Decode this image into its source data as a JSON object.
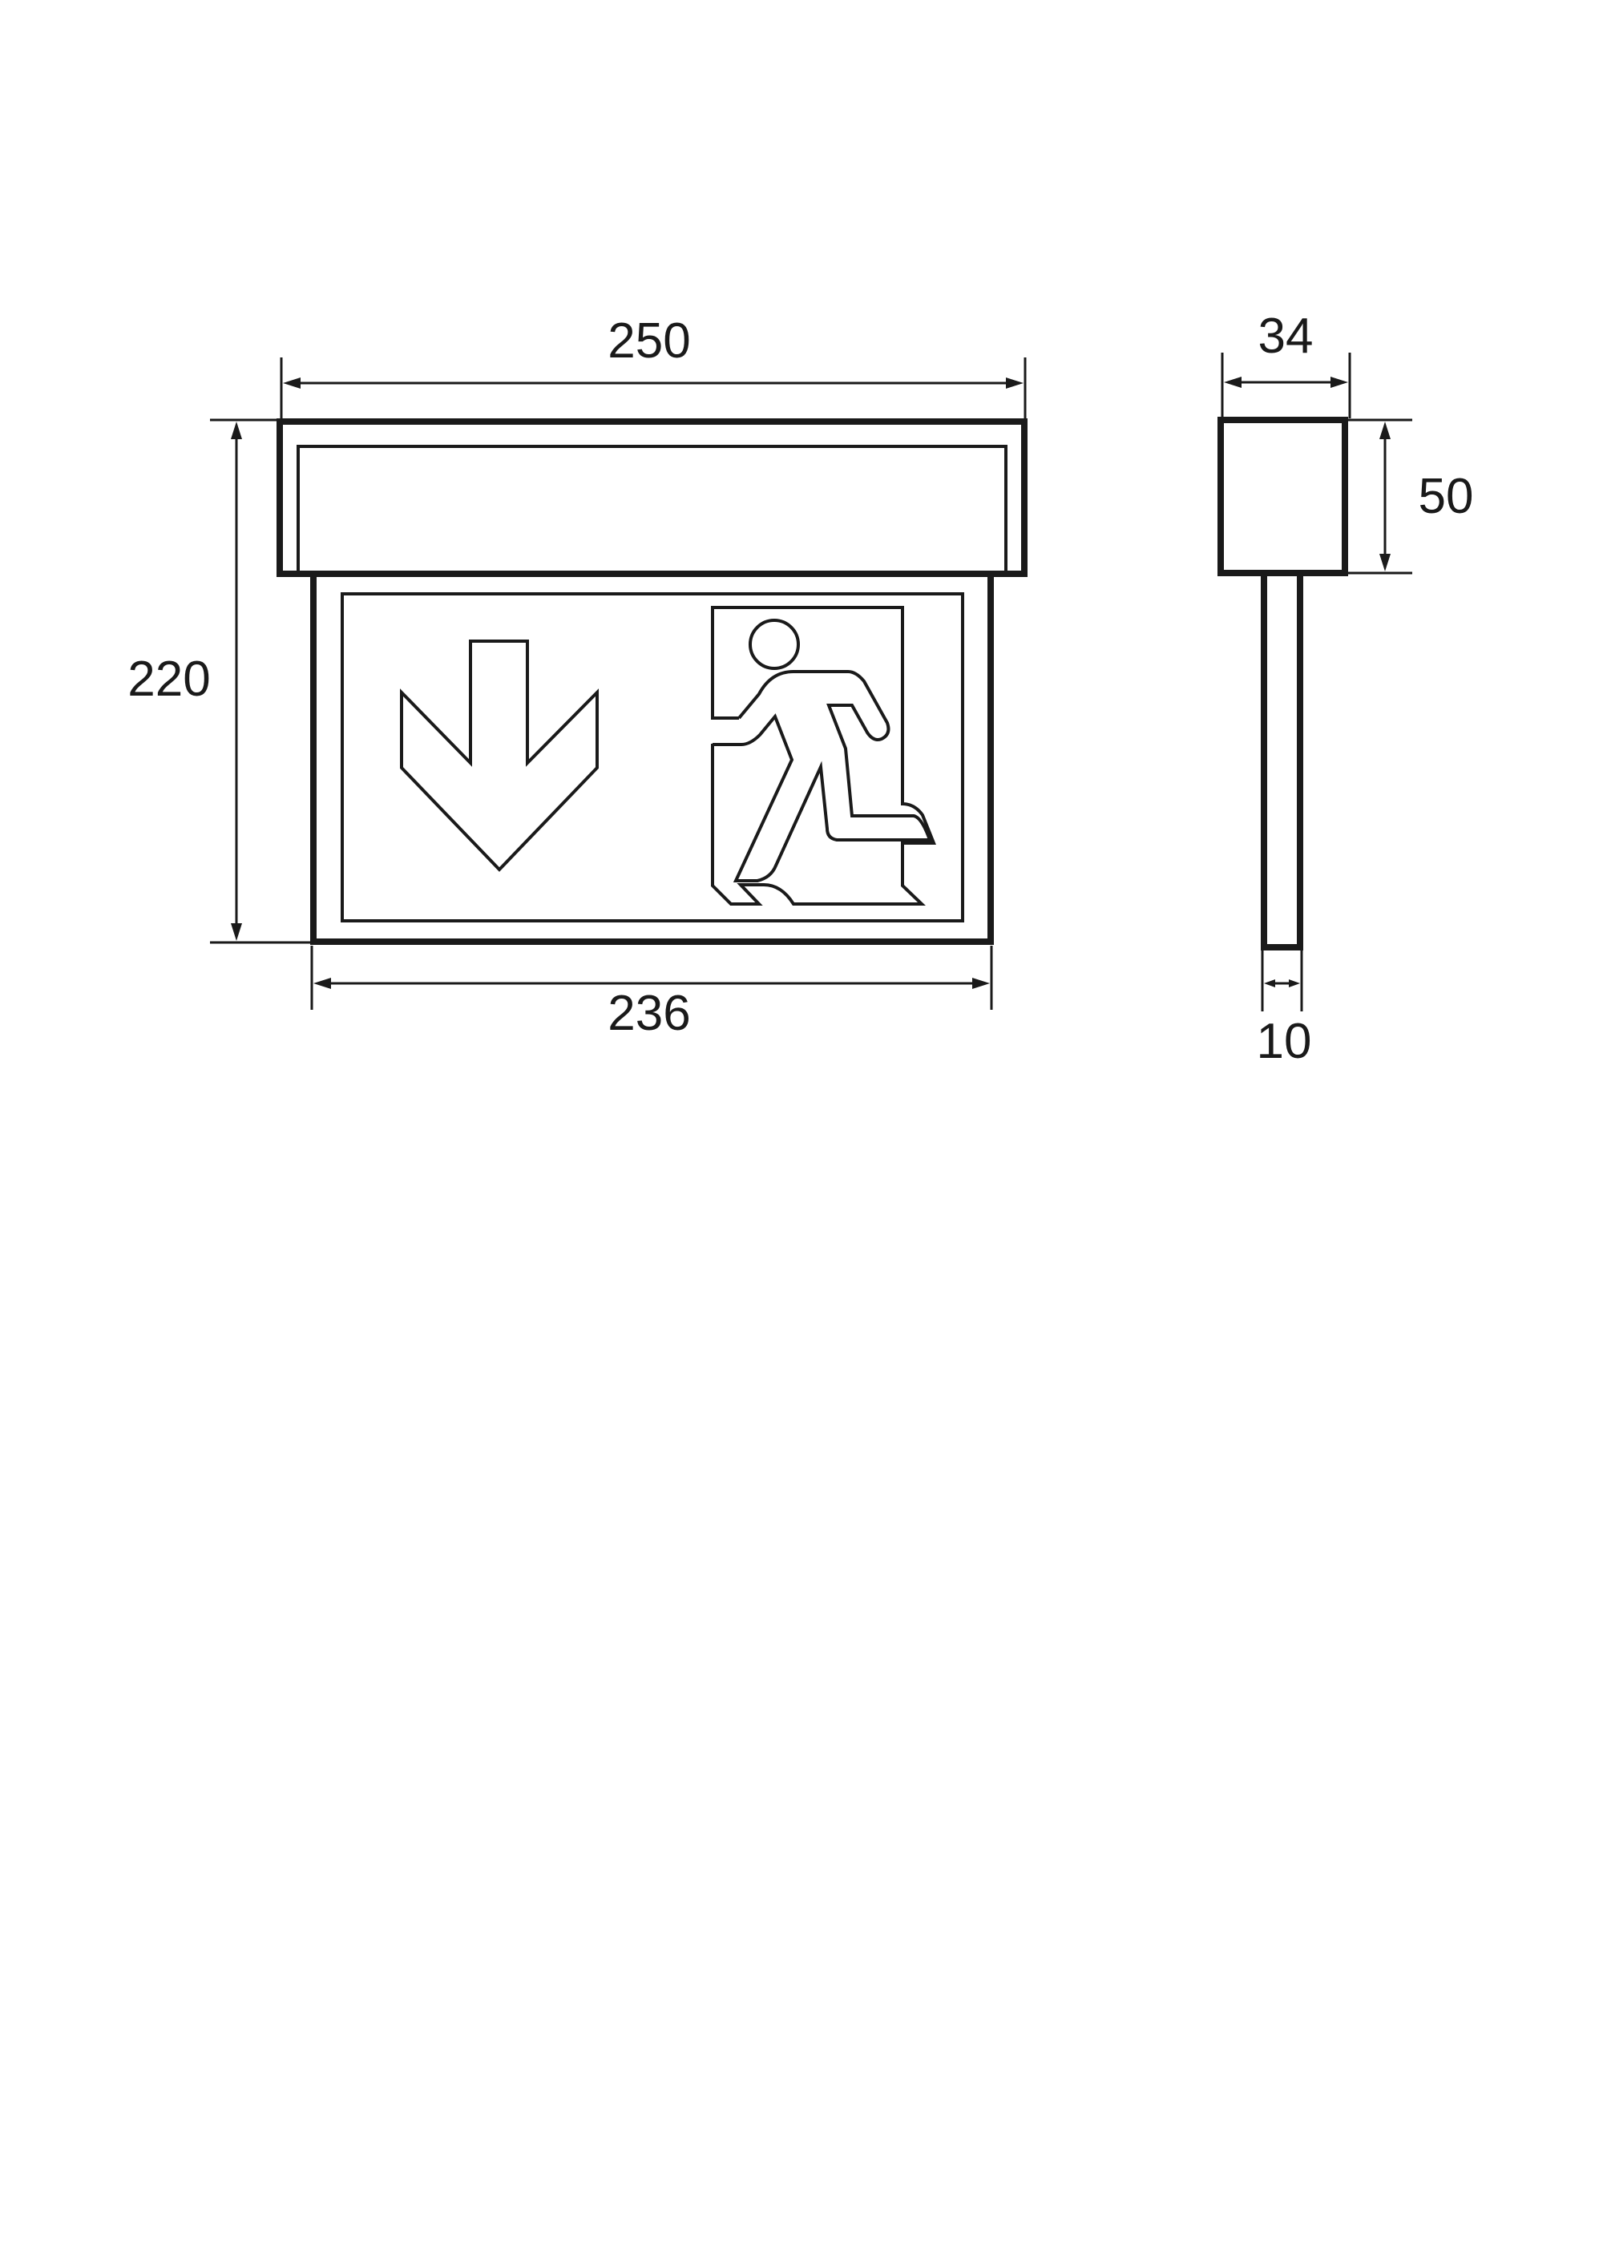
{
  "dimensions": {
    "front_width_top": "250",
    "front_width_bottom": "236",
    "front_height": "220",
    "side_depth": "34",
    "side_height": "50",
    "panel_thickness": "10"
  },
  "symbols": {
    "arrow": "down-arrow-icon",
    "exit_figure": "running-man-exit-icon"
  },
  "colors": {
    "line": "#1a1a1a",
    "background": "#ffffff"
  }
}
